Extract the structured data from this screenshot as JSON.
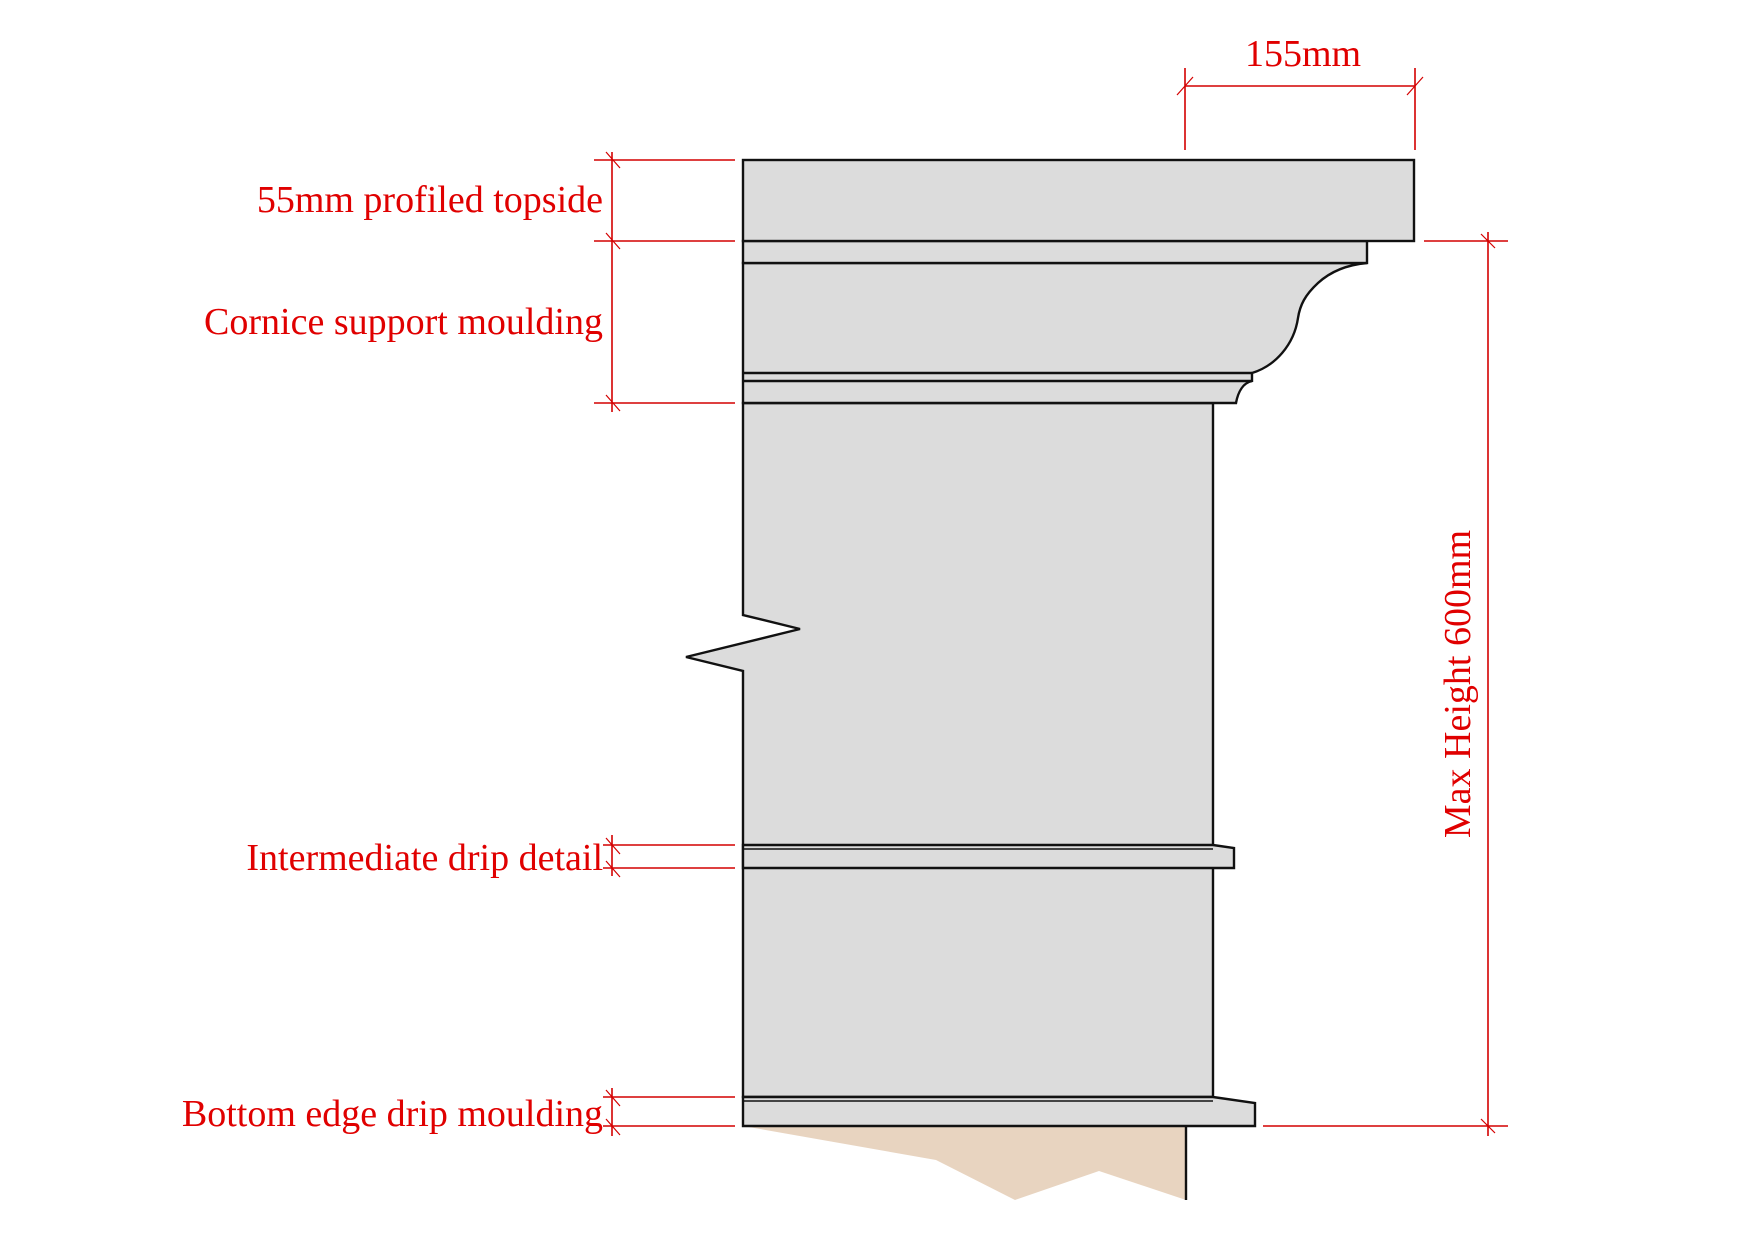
{
  "drawing": {
    "title": "Coping / cornice section with drip mouldings",
    "colors": {
      "annotation": "#e00000",
      "stone": "#dcdcdc",
      "outline": "#111111",
      "wall": "#e8d4c0",
      "background": "#ffffff"
    }
  },
  "labels": {
    "topside": "55mm profiled topside",
    "cornice": "Cornice support moulding",
    "intermediate_drip": "Intermediate drip detail",
    "bottom_drip": "Bottom edge drip moulding"
  },
  "dimensions": {
    "projection": "155mm",
    "max_height": "Max Height 600mm"
  },
  "components": [
    {
      "name": "profiled-topside",
      "label_key": "topside"
    },
    {
      "name": "cornice-support-moulding",
      "label_key": "cornice"
    },
    {
      "name": "main-body",
      "label_key": null
    },
    {
      "name": "intermediate-drip",
      "label_key": "intermediate_drip"
    },
    {
      "name": "bottom-drip",
      "label_key": "bottom_drip"
    },
    {
      "name": "supporting-wall",
      "label_key": null
    }
  ]
}
